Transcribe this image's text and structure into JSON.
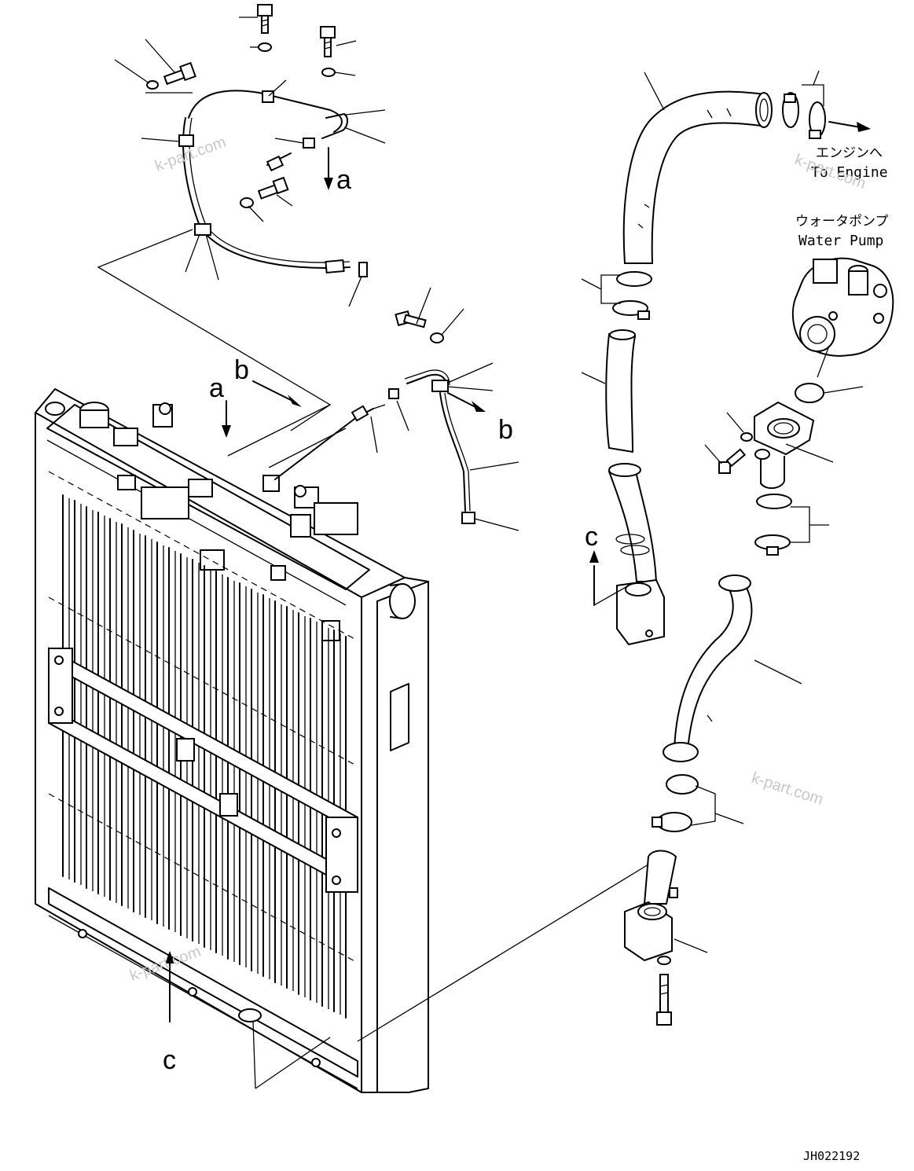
{
  "callouts": {
    "a_letter": "a",
    "b_letter": "b",
    "c_letter": "c"
  },
  "labels": {
    "to_engine_jp": "エンジンへ",
    "to_engine_en": "To Engine",
    "water_pump_jp": "ウォータポンプ",
    "water_pump_en": "Water Pump"
  },
  "drawing_number": "JH022192",
  "watermark": "k-part.com",
  "colors": {
    "line": "#000000",
    "background": "#ffffff",
    "watermark": "#c8c8c8"
  }
}
